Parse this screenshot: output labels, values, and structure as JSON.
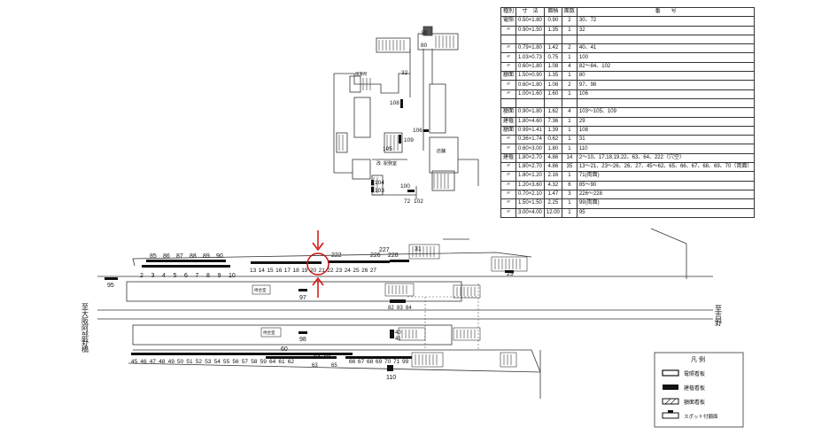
{
  "table": {
    "headers": [
      "種別",
      "寸　法",
      "面積",
      "面数",
      "番　　号"
    ],
    "rows": [
      [
        "電照",
        "0.50×1.80",
        "0.90",
        "2",
        "30、72"
      ],
      [
        "〃",
        "0.90×1.50",
        "1.35",
        "1",
        "32"
      ],
      [
        "",
        "",
        "",
        "",
        ""
      ],
      [
        "〃",
        "0.79×1.80",
        "1.42",
        "2",
        "40、41"
      ],
      [
        "〃",
        "1.03×0.73",
        "0.75",
        "1",
        "100"
      ],
      [
        "〃",
        "0.60×1.80",
        "1.08",
        "4",
        "82〜84、102"
      ],
      [
        "額面",
        "1.50×0.90",
        "1.35",
        "1",
        "80"
      ],
      [
        "〃",
        "0.60×1.80",
        "1.08",
        "2",
        "97、98"
      ],
      [
        "〃",
        "1.00×1.60",
        "1.60",
        "1",
        "106"
      ],
      [
        "",
        "",
        "",
        "",
        ""
      ],
      [
        "額面",
        "0.90×1.80",
        "1.62",
        "4",
        "103〜105、109"
      ],
      [
        "建植",
        "1.80×4.60",
        "7.36",
        "1",
        "29"
      ],
      [
        "額面",
        "0.99×1.41",
        "1.39",
        "1",
        "108"
      ],
      [
        "〃",
        "0.36×1.74",
        "0.62",
        "1",
        "31"
      ],
      [
        "〃",
        "0.60×3.00",
        "1.80",
        "1",
        "110"
      ],
      [
        "建植",
        "1.80×2.70",
        "4.86",
        "14",
        "2〜10、17.18.19.22、63、64、222（穴空）"
      ],
      [
        "〃",
        "1.80×2.70",
        "4.86",
        "35",
        "13〜21、23〜26、26、27、45〜62、65、66、67、68、69、70（両面）"
      ],
      [
        "〃",
        "1.80×1.20",
        "2.16",
        "1",
        "71(両面)"
      ],
      [
        "〃",
        "1.20×3.60",
        "4.32",
        "6",
        "85〜90"
      ],
      [
        "〃",
        "0.70×2.10",
        "1.47",
        "3",
        "226〜228"
      ],
      [
        "〃",
        "1.50×1.50",
        "2.25",
        "1",
        "99(両面)"
      ],
      [
        "〃",
        "3.00×4.00",
        "12.00",
        "1",
        "95"
      ]
    ]
  },
  "concourse": {
    "labels": {
      "l30": "30",
      "l80": "80",
      "l32": "32",
      "l108": "108",
      "l109": "109",
      "l105": "105",
      "l106": "106",
      "l100": "100",
      "l104": "104",
      "l103": "103",
      "l72": "72",
      "l102": "102",
      "ekimu": "駅務室",
      "tenpo": "店舗",
      "kan": "改",
      "top": "精算所"
    }
  },
  "platform": {
    "top_row": [
      "2",
      "3",
      "4",
      "5",
      "6",
      "7",
      "8",
      "9",
      "10"
    ],
    "top_upper": [
      "85",
      "86",
      "87",
      "88",
      "89",
      "90"
    ],
    "mid_row": [
      "13",
      "14",
      "15",
      "16",
      "17",
      "18",
      "19",
      "20",
      "21",
      "22",
      "23",
      "24",
      "25",
      "26",
      "27"
    ],
    "mid_upper": [
      "222",
      "226",
      "227",
      "228",
      "31"
    ],
    "bottom_row": [
      "45",
      "46",
      "47",
      "48",
      "49",
      "50",
      "51",
      "52",
      "53",
      "54",
      "55",
      "56",
      "57",
      "58",
      "59",
      "64",
      "61",
      "62"
    ],
    "bottom_right": [
      "66",
      "67",
      "68",
      "69",
      "70",
      "71",
      "99"
    ],
    "misc": {
      "l95": "95",
      "l97": "97",
      "l98": "98",
      "l29": "29",
      "l60": "60",
      "l63": "63",
      "l64": "64",
      "l110": "110",
      "l82": "82",
      "l83": "83",
      "l84": "84",
      "l40": "40",
      "l41": "41",
      "l63b": "63",
      "l65": "65",
      "bench1": "待合室",
      "bench2": "待合室"
    },
    "direction_left": "至大阪阿部野橋",
    "direction_right": "至吉野"
  },
  "legend": {
    "title": "凡 例",
    "items": [
      "電照看板",
      "建植看板",
      "額面看板",
      "スポット付額面"
    ]
  }
}
